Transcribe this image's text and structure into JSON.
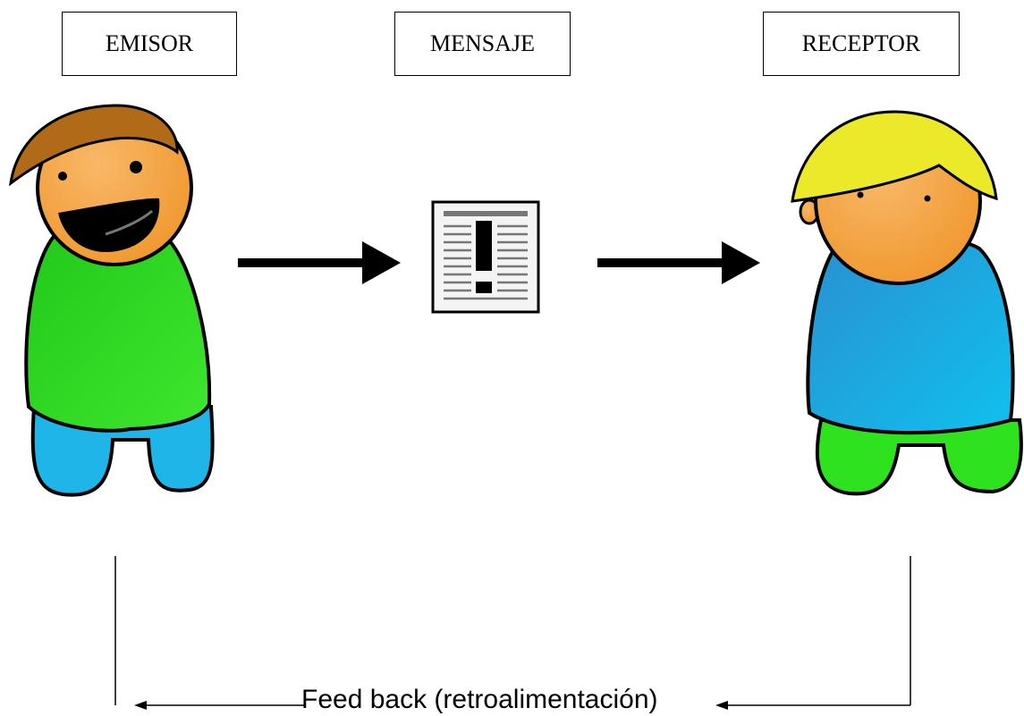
{
  "labels": {
    "emisor": "EMISOR",
    "mensaje": "MENSAJE",
    "receptor": "RECEPTOR"
  },
  "feedback": {
    "text": "Feed back (retroalimentación)"
  },
  "colors": {
    "skin": "#f5a24a",
    "emisor_hair": "#b06a18",
    "emisor_shirt": "#2ed21e",
    "emisor_pants": "#1fb5e8",
    "receptor_hair": "#ece82a",
    "receptor_shirt": "#1ea6e0",
    "receptor_pants": "#2ee21e",
    "arrow": "#000000"
  }
}
